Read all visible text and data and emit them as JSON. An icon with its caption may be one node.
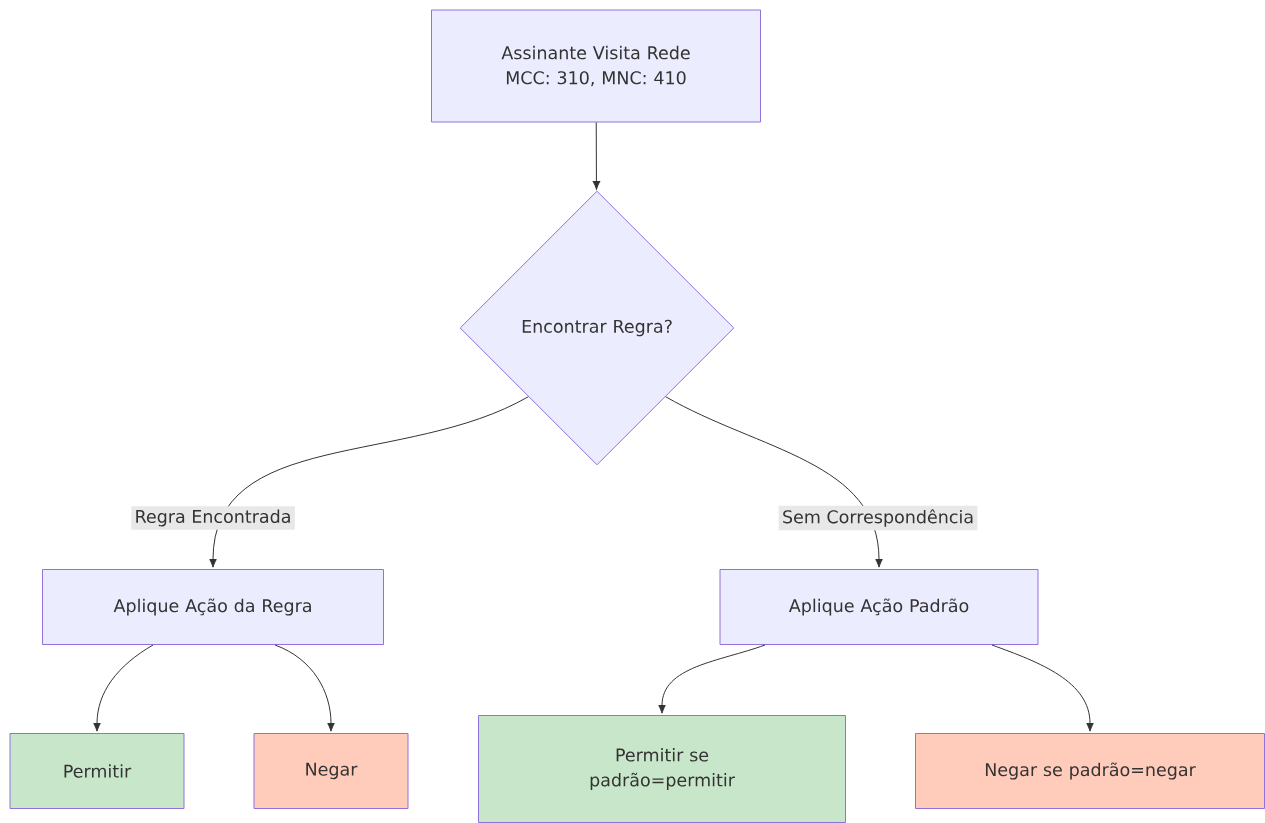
{
  "diagram": {
    "nodes": [
      {
        "text": [
          "Assinante Visita Rede MCC: 310, MNC: 410"
        ]
      },
      {
        "text": [
          "Encontrar Regra?"
        ]
      },
      {
        "text": [
          "Aplique Ação da Regra"
        ]
      },
      {
        "text": [
          "Aplique Ação Padrão"
        ]
      },
      {
        "text": [
          "Permitir"
        ]
      },
      {
        "text": [
          "Negar"
        ]
      },
      {
        "text": [
          "Permitir se padrão=permitir"
        ]
      },
      {
        "text": [
          "Negar se padrão=negar"
        ]
      }
    ],
    "edges": [
      {
        "from": 0,
        "to": 1,
        "arrow": "to"
      },
      {
        "from": 1,
        "to": 2,
        "arrow": "to",
        "label": "Regra Encontrada"
      },
      {
        "from": 1,
        "to": 3,
        "arrow": "to",
        "label": "Sem Correspondência"
      },
      {
        "from": 2,
        "to": 4,
        "arrow": "to"
      },
      {
        "from": 2,
        "to": 5,
        "arrow": "to"
      },
      {
        "from": 3,
        "to": 6,
        "arrow": "to"
      },
      {
        "from": 3,
        "to": 7,
        "arrow": "to"
      }
    ]
  }
}
